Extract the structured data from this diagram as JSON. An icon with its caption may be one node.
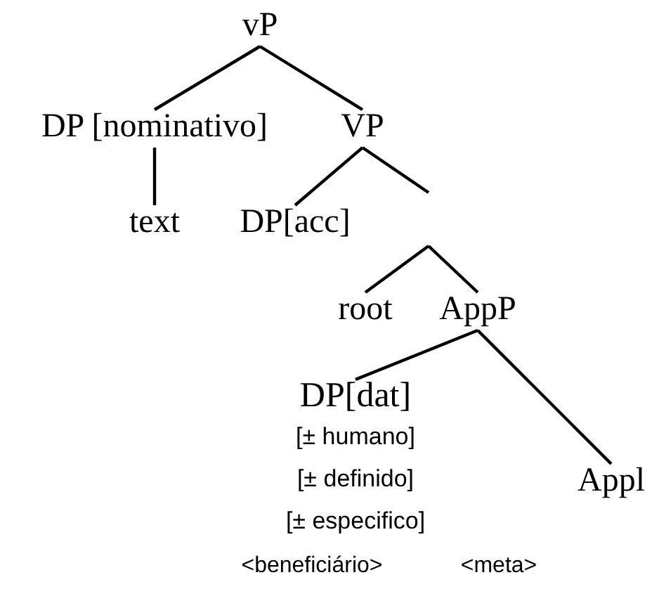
{
  "diagram": {
    "nodes": [
      {
        "text": [
          "vP"
        ]
      },
      {
        "text": [
          "DP [nominativo]"
        ]
      },
      {
        "text": [
          "VP"
        ]
      },
      {
        "text": [
          "text"
        ]
      },
      {
        "text": [
          "DP[acc]"
        ]
      },
      {
        "text": [
          "root"
        ]
      },
      {
        "text": [
          "AppP"
        ]
      },
      {
        "text": [
          "DP[dat]",
          "[± humano]",
          "[± definido]",
          "[± especifico]"
        ]
      },
      {
        "text": [
          "Appl"
        ]
      }
    ],
    "edges": [
      {
        "from": 0,
        "to": 1,
        "arrow": "none"
      },
      {
        "from": 0,
        "to": 2,
        "arrow": "none"
      },
      {
        "from": 1,
        "to": 3,
        "arrow": "none"
      },
      {
        "from": 2,
        "to": 4,
        "arrow": "none"
      },
      {
        "from": 2,
        "to": null,
        "arrow": "none"
      },
      {
        "from": null,
        "to": 5,
        "arrow": "none"
      },
      {
        "from": null,
        "to": 6,
        "arrow": "none"
      },
      {
        "from": 6,
        "to": 7,
        "arrow": "none"
      },
      {
        "from": 6,
        "to": 8,
        "arrow": "none"
      }
    ],
    "labels": [
      "<beneficiário>",
      "<meta>"
    ]
  }
}
